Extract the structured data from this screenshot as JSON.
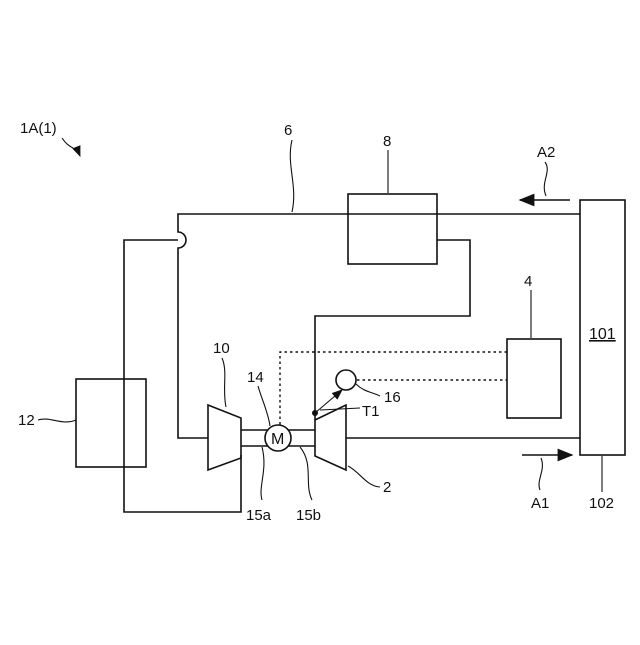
{
  "labels": {
    "system": "1A(1)",
    "pipe_6": "6",
    "cooler_8": "8",
    "arrow_a2": "A2",
    "block_4": "4",
    "engine_101": "101",
    "motor_m": "M",
    "ref_10": "10",
    "ref_14": "14",
    "ref_16": "16",
    "ref_t1": "T1",
    "ref_12": "12",
    "ref_2": "2",
    "ref_15a": "15a",
    "ref_15b": "15b",
    "arrow_a1": "A1",
    "ref_102": "102"
  },
  "colors": {
    "line": "#111111",
    "background": "#ffffff"
  }
}
